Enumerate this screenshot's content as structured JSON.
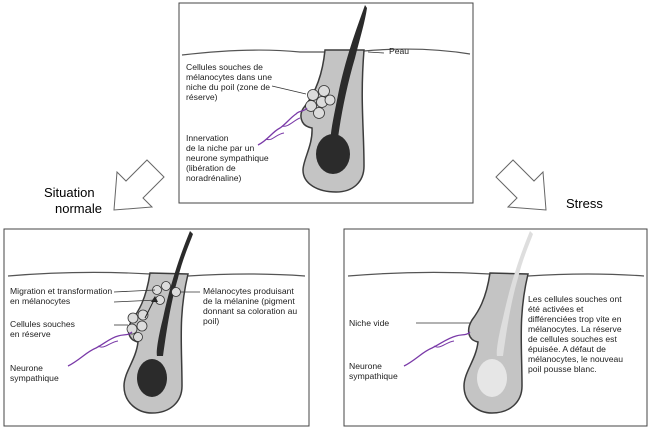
{
  "top_panel": {
    "skin_label": "Peau",
    "stem_cells_label": [
      "Cellules souches de",
      "mélanocytes dans une",
      "niche du poil (zone de",
      "réserve)"
    ],
    "innervation_label": [
      "Innervation",
      "de la niche par un",
      "neurone sympathique",
      "(libération de",
      "noradrénaline)"
    ]
  },
  "arrows": {
    "left_label": [
      "Situation",
      "normale"
    ],
    "right_label": "Stress"
  },
  "normal_panel": {
    "migration_label": [
      "Migration et transformation",
      "en mélanocytes"
    ],
    "stem_cells_label": [
      "Cellules souches",
      "en réserve"
    ],
    "neuron_label": [
      "Neurone",
      "sympathique"
    ],
    "melanocytes_label": [
      "Mélanocytes produisant",
      "de la mélanine (pigment",
      "donnant sa coloration au",
      "poil)"
    ]
  },
  "stress_panel": {
    "empty_niche_label": "Niche vide",
    "neuron_label": [
      "Neurone",
      "sympathique"
    ],
    "explanation": [
      "Les cellules souches ont",
      "été activées et",
      "différenciées trop vite en",
      "mélanocytes. La réserve",
      "de cellules souches est",
      "épuisée. A défaut de",
      "mélanocytes, le nouveau",
      "poil pousse blanc."
    ]
  }
}
